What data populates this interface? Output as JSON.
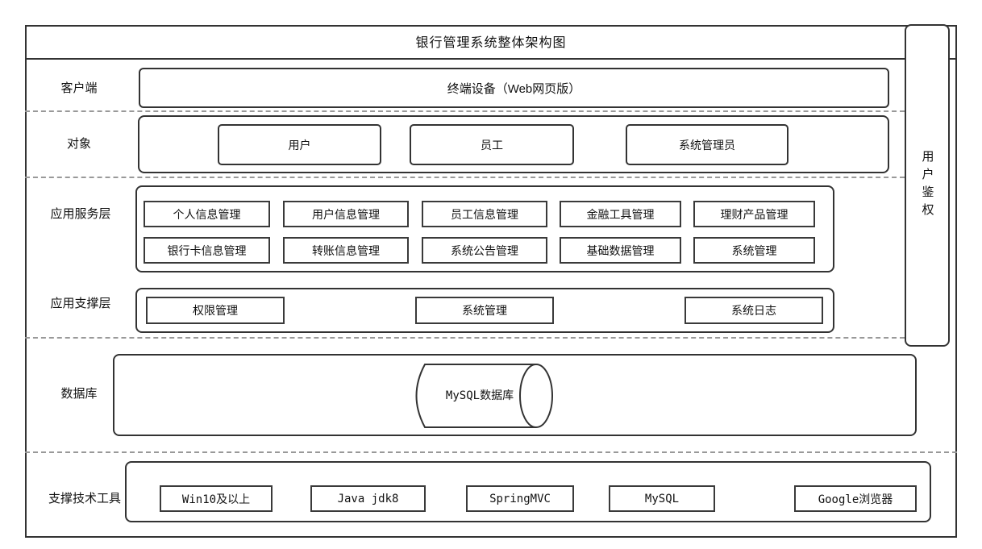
{
  "title": "银行管理系统整体架构图",
  "auth": {
    "label": "用户鉴权"
  },
  "client": {
    "label": "客户端",
    "terminal": "终端设备（Web网页版）"
  },
  "objects": {
    "label": "对象",
    "items": [
      "用户",
      "员工",
      "系统管理员"
    ]
  },
  "service": {
    "label": "应用服务层",
    "row1": [
      "个人信息管理",
      "用户信息管理",
      "员工信息管理",
      "金融工具管理",
      "理财产品管理"
    ],
    "row2": [
      "银行卡信息管理",
      "转账信息管理",
      "系统公告管理",
      "基础数据管理",
      "系统管理"
    ]
  },
  "support": {
    "label": "应用支撑层",
    "items": [
      "权限管理",
      "系统管理",
      "系统日志"
    ]
  },
  "database": {
    "label": "数据库",
    "db": "MySQL数据库"
  },
  "tech": {
    "label": "支撑技术工具",
    "items": [
      "Win10及以上",
      "Java jdk8",
      "SpringMVC",
      "MySQL",
      "Google浏览器"
    ]
  },
  "colors": {
    "line": "#333333",
    "dashed": "#999999",
    "background": "#ffffff",
    "text": "#111111"
  }
}
